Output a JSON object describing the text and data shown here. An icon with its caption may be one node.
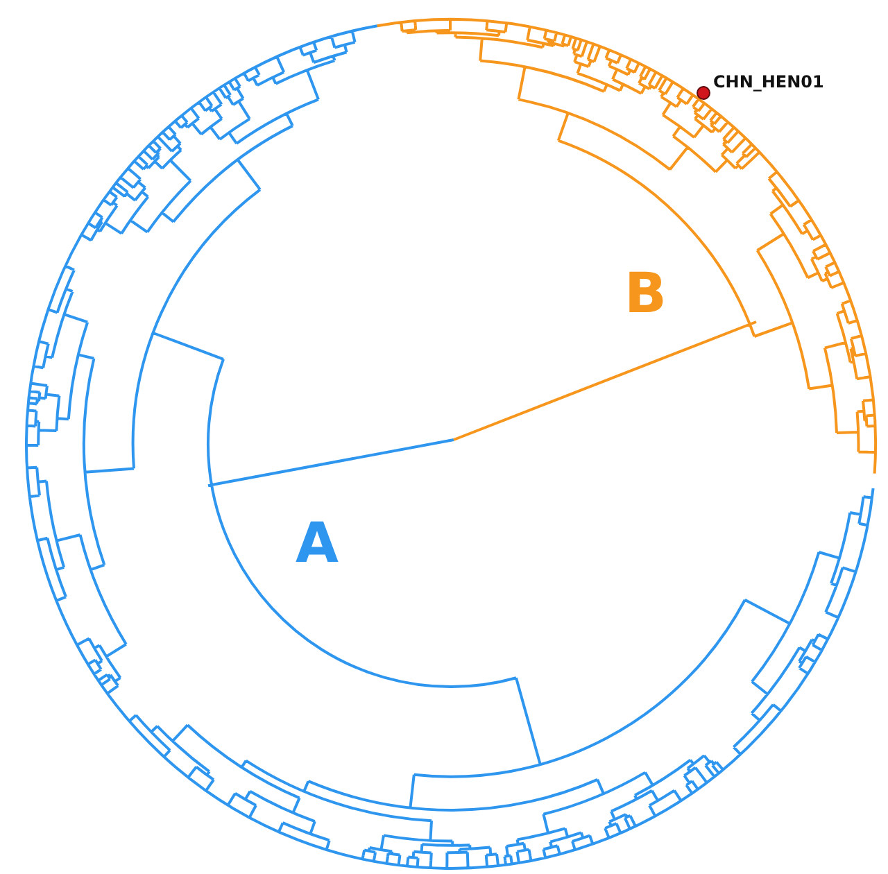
{
  "diagram": {
    "labels": [
      "CHN_HEN01",
      "A",
      "B"
    ]
  }
}
